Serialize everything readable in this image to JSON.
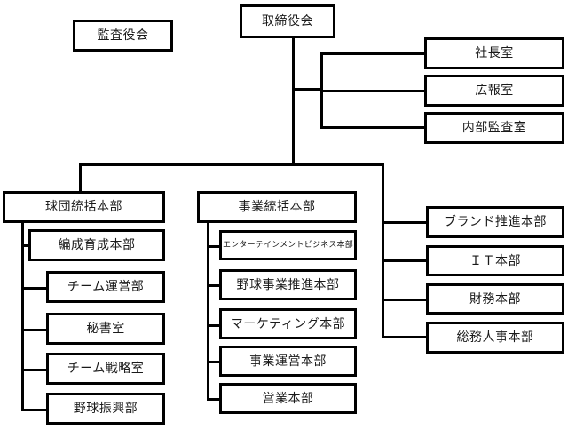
{
  "chart": {
    "title_visible": false,
    "type": "organization-chart",
    "background": "#ffffff",
    "line_color": "#000000",
    "box_border_color": "#000000",
    "text_color": "#1a1a1a"
  },
  "nodes": {
    "audit_board": {
      "label": "監査役会"
    },
    "board_of_directors": {
      "label": "取締役会"
    },
    "staff": [
      {
        "label": "社長室"
      },
      {
        "label": "広報室"
      },
      {
        "label": "内部監査室"
      }
    ],
    "division_baseball": {
      "label": "球団統括本部"
    },
    "baseball_children": [
      {
        "label": "編成育成本部"
      },
      {
        "label": "チーム運営部"
      },
      {
        "label": "秘書室"
      },
      {
        "label": "チーム戦略室"
      },
      {
        "label": "野球振興部"
      }
    ],
    "division_business": {
      "label": "事業統括本部"
    },
    "business_children": [
      {
        "label": "エンターテインメントビジネス本部",
        "small": true
      },
      {
        "label": "野球事業推進本部"
      },
      {
        "label": "マーケティング本部"
      },
      {
        "label": "事業運営本部"
      },
      {
        "label": "営業本部"
      }
    ],
    "corporate_children": [
      {
        "label": "ブランド推進本部"
      },
      {
        "label": "ＩＴ本部"
      },
      {
        "label": "財務本部"
      },
      {
        "label": "総務人事本部"
      }
    ]
  }
}
